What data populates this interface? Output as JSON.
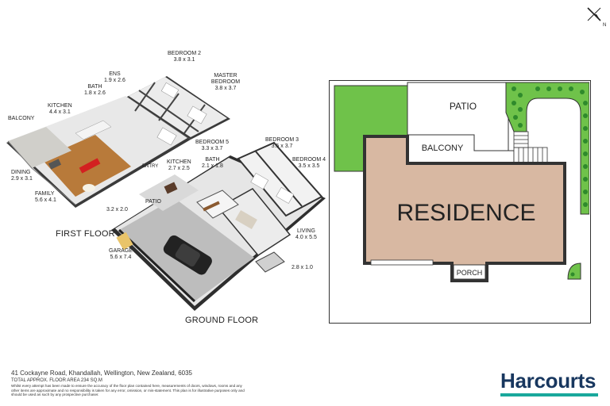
{
  "floor_plan_3d": {
    "first_floor_title": "FIRST FLOOR",
    "ground_floor_title": "GROUND FLOOR",
    "rooms": [
      {
        "key": "balcony",
        "name": "BALCONY",
        "dim": ""
      },
      {
        "key": "kitchen_upper",
        "name": "KITCHEN",
        "dim": "4.4 x 3.1"
      },
      {
        "key": "bath_upper",
        "name": "BATH",
        "dim": "1.8 x 2.6"
      },
      {
        "key": "ens",
        "name": "ENS",
        "dim": "1.9 x 2.6"
      },
      {
        "key": "bedroom2",
        "name": "BEDROOM 2",
        "dim": "3.8 x 3.1"
      },
      {
        "key": "master",
        "name": "MASTER BEDROOM",
        "dim": "3.8 x 3.7"
      },
      {
        "key": "bedroom5",
        "name": "BEDROOM 5",
        "dim": "3.3 x 3.7"
      },
      {
        "key": "dining",
        "name": "DINING",
        "dim": "2.9 x 3.1"
      },
      {
        "key": "family",
        "name": "FAMILY",
        "dim": "5.6 x 4.1"
      },
      {
        "key": "bedroom3",
        "name": "BEDROOM 3",
        "dim": "3.5 x 3.7"
      },
      {
        "key": "bedroom4",
        "name": "BEDROOM 4",
        "dim": "3.5 x 3.5"
      },
      {
        "key": "kitchen_lower",
        "name": "KITCHEN",
        "dim": "2.7 x 2.5"
      },
      {
        "key": "bath_lower",
        "name": "BATH",
        "dim": "2.1 x 1.8"
      },
      {
        "key": "entry",
        "name": "ENTRY",
        "dim": ""
      },
      {
        "key": "patio_lower",
        "name": "PATIO",
        "dim": ""
      },
      {
        "key": "patio_dim",
        "name": "",
        "dim": "3.2 x 2.0"
      },
      {
        "key": "living",
        "name": "LIVING",
        "dim": "4.0 x 5.5"
      },
      {
        "key": "garage",
        "name": "GARAGE",
        "dim": "5.6 x 7.4"
      },
      {
        "key": "porch_dim",
        "name": "",
        "dim": "2.8 x 1.0"
      }
    ]
  },
  "site_plan": {
    "residence_label": "RESIDENCE",
    "patio_label": "PATIO",
    "balcony_label": "BALCONY",
    "porch_label": "PORCH",
    "colors": {
      "residence": "#d8b8a2",
      "lawn": "#6fc24a",
      "outline": "#333333"
    }
  },
  "compass": {
    "label": "N"
  },
  "footer": {
    "address": "41 Cockayne Road, Khandallah, Wellington, New Zealand, 6035",
    "total_area": "TOTAL APPROX. FLOOR AREA 234 SQ.M",
    "disclaimer": "Whilst every attempt has been made to ensure the accuracy of the floor plan contained here, measurements of doors, windows, rooms and any other items are approximate and no responsibility is taken for any error, omission, or mis-statement. This plan is for illustrative purposes only and should be used as such by any prospective purchaser."
  },
  "brand": {
    "name": "Harcourts",
    "color": "#18375f",
    "accent": "#19a89c"
  }
}
